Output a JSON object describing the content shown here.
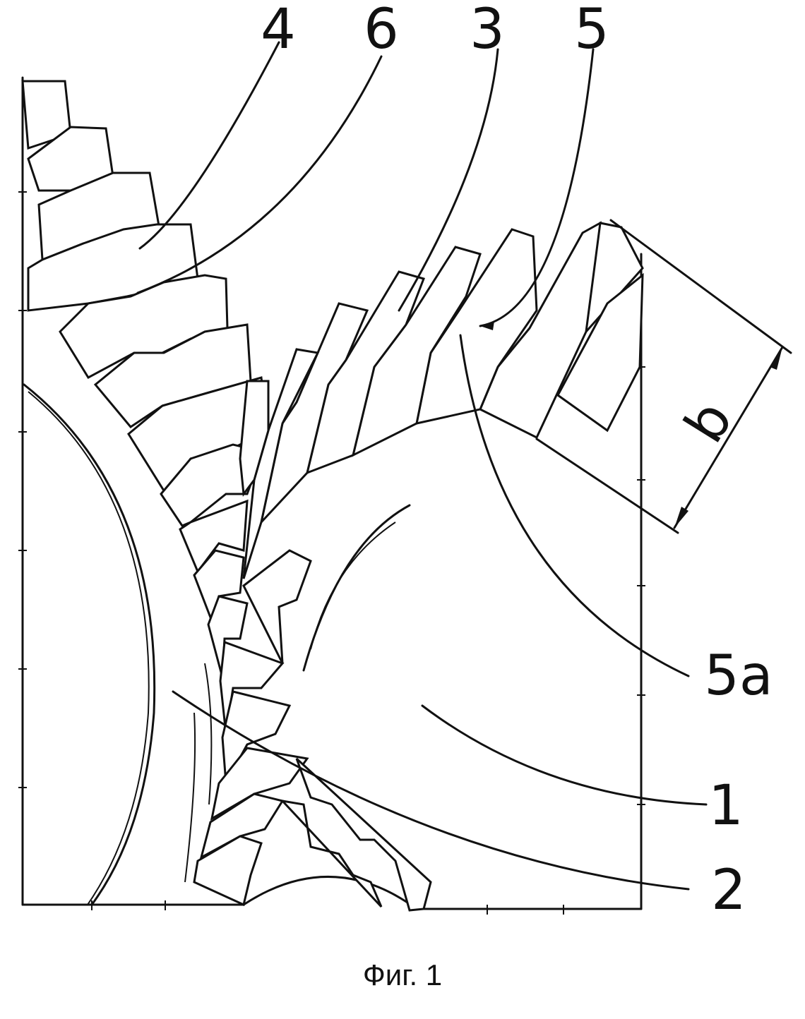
{
  "figure": {
    "caption": "Фиг. 1",
    "labels": {
      "ref_4": "4",
      "ref_6": "6",
      "ref_3": "3",
      "ref_5": "5",
      "ref_5a": "5a",
      "ref_b": "b",
      "ref_1": "1",
      "ref_2": "2"
    }
  },
  "colors": {
    "ink": "#111111",
    "paper": "#ffffff"
  }
}
